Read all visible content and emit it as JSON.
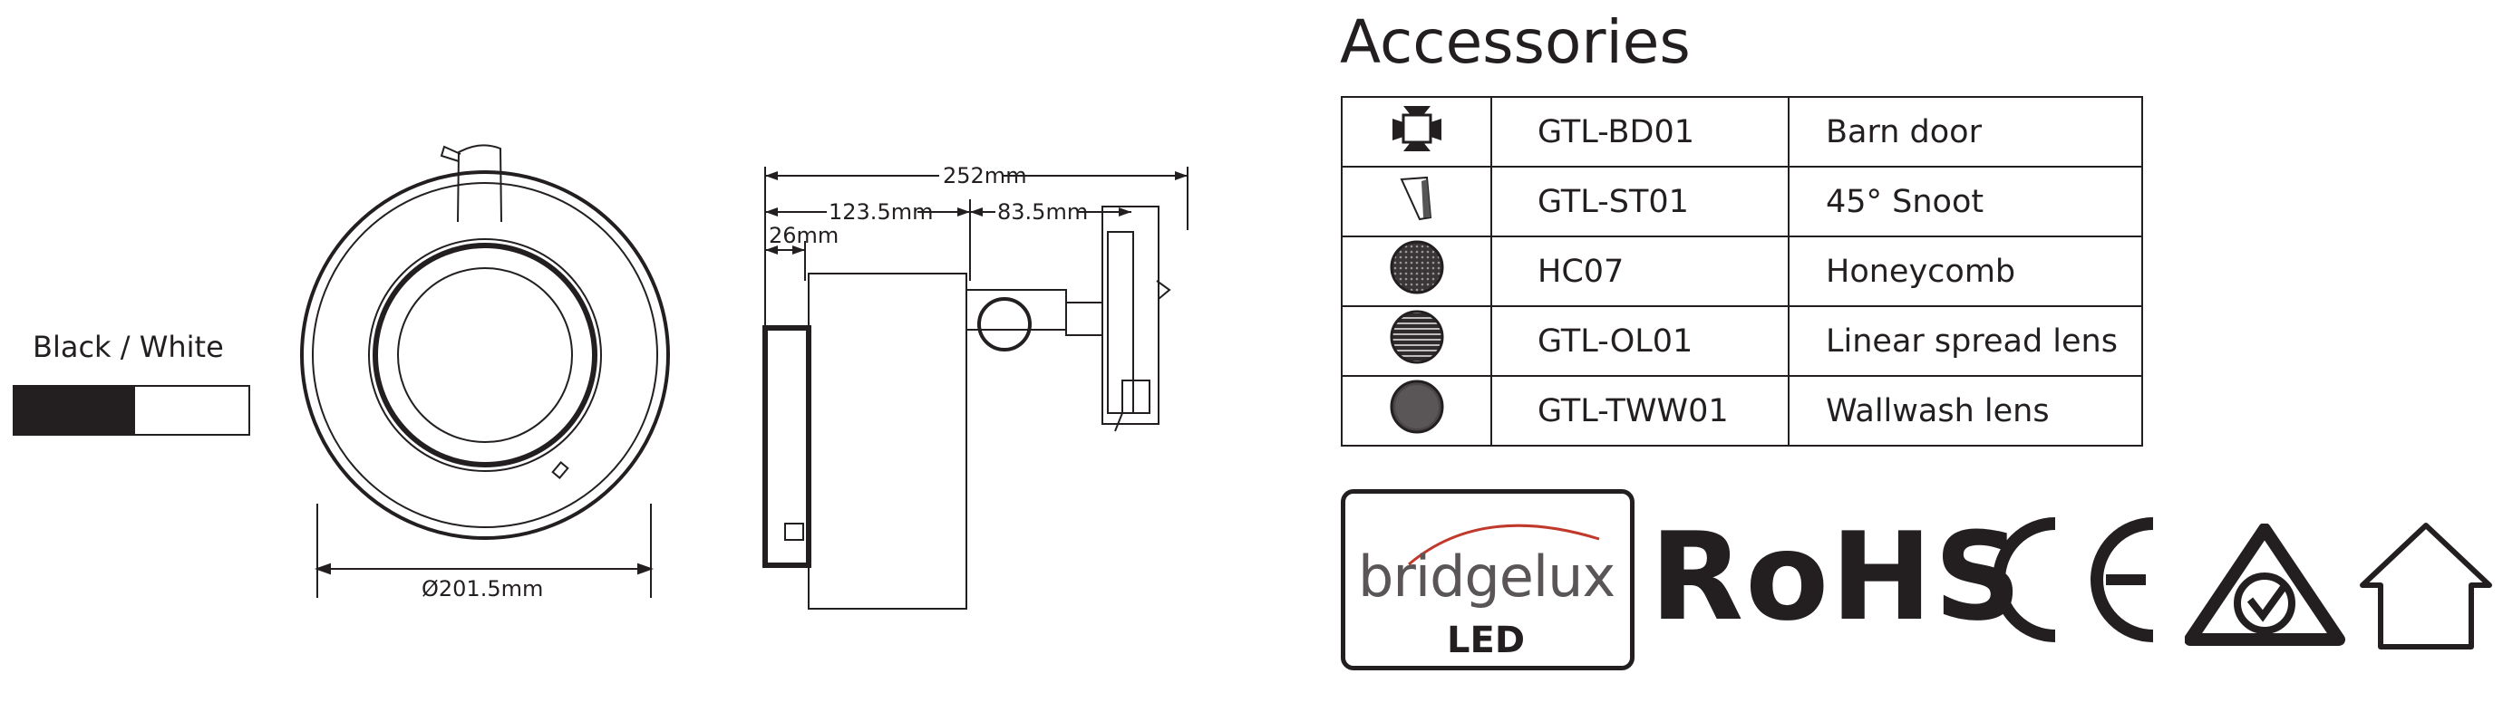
{
  "color_option": {
    "label": "Black  / White",
    "swatch_colors": [
      "#231f20",
      "#ffffff"
    ]
  },
  "front_view": {
    "diameter_label": "Ø201.5mm"
  },
  "side_view": {
    "total_length_label": "252mm",
    "front_length_label": "123.5mm",
    "rear_length_label": "83.5mm",
    "lens_depth_label": "26mm"
  },
  "accessories": {
    "title": "Accessories",
    "items": [
      {
        "icon": "barn-door-icon",
        "code": "GTL-BD01",
        "name": "Barn door"
      },
      {
        "icon": "snoot-icon",
        "code": "GTL-ST01",
        "name": "45° Snoot"
      },
      {
        "icon": "honeycomb-icon",
        "code": "HC07",
        "name": "Honeycomb"
      },
      {
        "icon": "linear-lens-icon",
        "code": "GTL-OL01",
        "name": "Linear spread lens"
      },
      {
        "icon": "wallwash-lens-icon",
        "code": "GTL-TWW01",
        "name": "Wallwash lens"
      }
    ]
  },
  "certifications": {
    "bridgelux_brand": "bridgelux",
    "bridgelux_sub": "LED",
    "rohs": "RoHS",
    "ce": "CE"
  }
}
